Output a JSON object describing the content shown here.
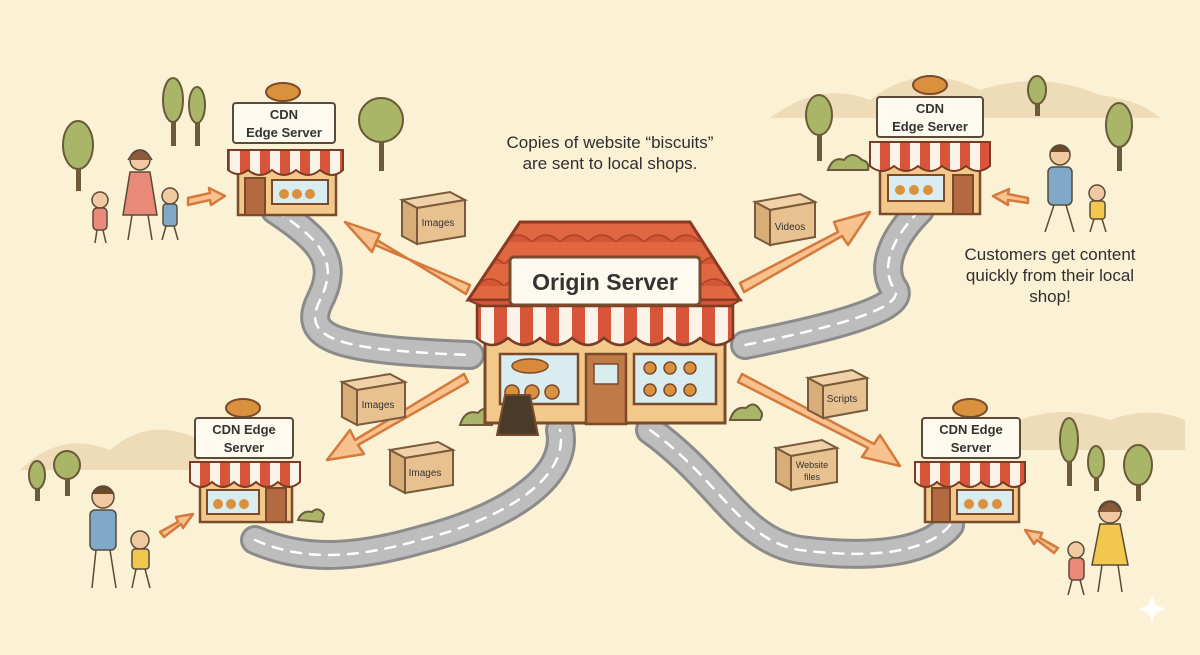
{
  "origin": {
    "label": "Origin Server"
  },
  "edges": {
    "top_left": {
      "line1": "CDN",
      "line2": "Edge Server"
    },
    "top_right": {
      "line1": "CDN",
      "line2": "Edge Server"
    },
    "bottom_left": {
      "line1": "CDN Edge",
      "line2": "Server"
    },
    "bottom_right": {
      "line1": "CDN Edge",
      "line2": "Server"
    }
  },
  "captions": {
    "top_line1": "Copies of website “biscuits”",
    "top_line2": "are sent to local shops.",
    "right_line1": "Customers get content",
    "right_line2": "quickly from their local",
    "right_line3": "shop!"
  },
  "boxes": {
    "images_top": "Images",
    "videos": "Videos",
    "images_mid": "Images",
    "images_low": "Images",
    "scripts": "Scripts",
    "website_files_1": "Website",
    "website_files_2": "files"
  },
  "colors": {
    "background": "#fbf1d5",
    "roof_red": "#d9553a",
    "awning_white": "#fbf3e8",
    "shop_wall": "#f3c98b",
    "door_brown": "#b46a40",
    "arrow_fill": "#f7c28e",
    "arrow_stroke": "#d47a3c",
    "box_fill": "#e8c190",
    "road_gray": "#9a9a9a",
    "biscuit": "#d9913d"
  }
}
